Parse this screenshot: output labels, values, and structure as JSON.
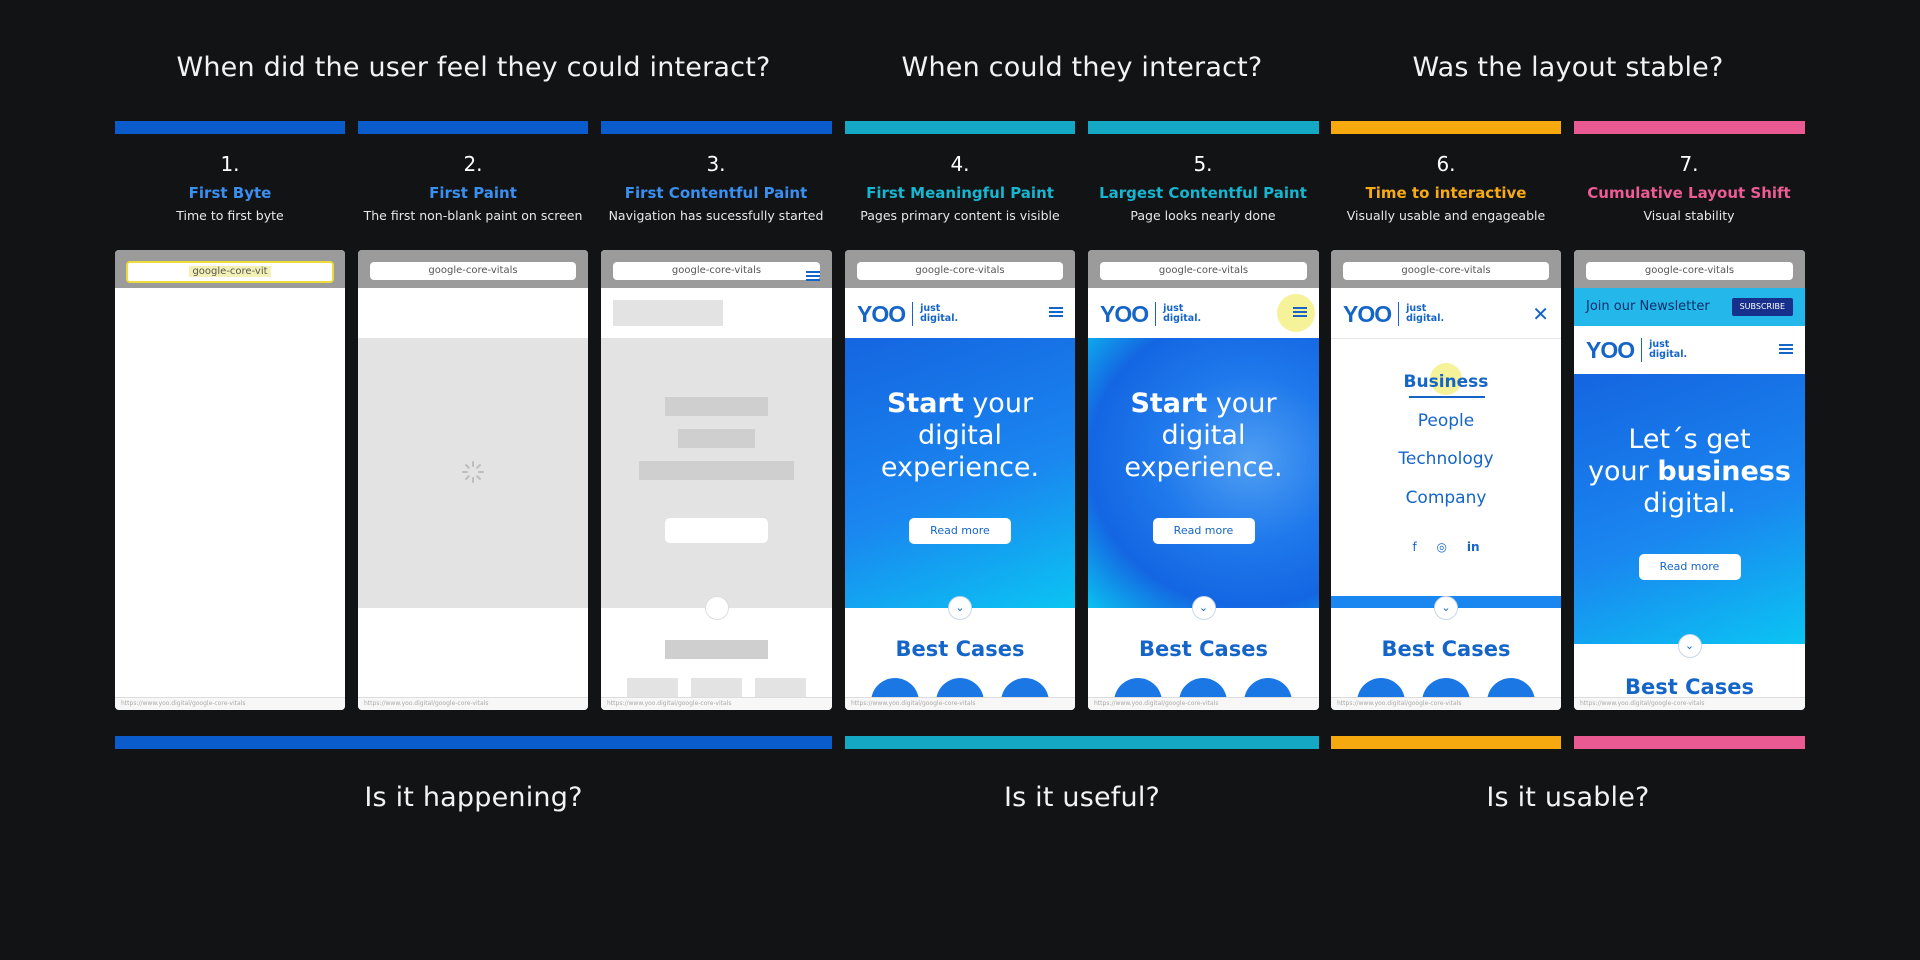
{
  "colors": {
    "blue": "#0a5ccd",
    "teal": "#15a8c4",
    "orange": "#f6a90f",
    "pink": "#ea5a92",
    "title_blue": "#3a8ff0",
    "title_teal": "#17b5cf",
    "title_orange": "#f8aa14",
    "title_pink": "#ee5b95"
  },
  "top_questions": [
    "When did the user feel they could interact?",
    "When could they interact?",
    "Was the layout stable?"
  ],
  "bottom_questions": [
    "Is it happening?",
    "Is it useful?",
    "Is it usable?"
  ],
  "metrics": [
    {
      "num": "1.",
      "title": "First Byte",
      "sub": "Time to first byte"
    },
    {
      "num": "2.",
      "title": "First Paint",
      "sub": "The first non-blank paint on screen"
    },
    {
      "num": "3.",
      "title": "First Contentful Paint",
      "sub": "Navigation has sucessfully started"
    },
    {
      "num": "4.",
      "title": "First Meaningful Paint",
      "sub": "Pages primary content is visible"
    },
    {
      "num": "5.",
      "title": "Largest Contentful Paint",
      "sub": "Page looks nearly done"
    },
    {
      "num": "6.",
      "title": "Time to interactive",
      "sub": "Visually usable and engageable"
    },
    {
      "num": "7.",
      "title": "Cumulative Layout Shift",
      "sub": "Visual stability"
    }
  ],
  "phone": {
    "url_typing": "google-core-vit",
    "url": "google-core-vitals",
    "footer_url": "https://www.yoo.digital/google-core-vitals",
    "logo": "YOO",
    "logo_tag_1": "just",
    "logo_tag_2": "digital.",
    "hero_bold": "Start",
    "hero_rest_1": " your",
    "hero_line2": "digital",
    "hero_line3": "experience.",
    "read_more": "Read more",
    "best_cases": "Best Cases",
    "menu": [
      "Business",
      "People",
      "Technology",
      "Company"
    ],
    "social": [
      "f",
      "◎",
      "in"
    ],
    "newsletter": "Join our Newsletter",
    "subscribe": "SUBSCRIBE",
    "cls_line1": "Let´s get",
    "cls_line2a": "your ",
    "cls_line2b": "business",
    "cls_line3": "digital."
  }
}
